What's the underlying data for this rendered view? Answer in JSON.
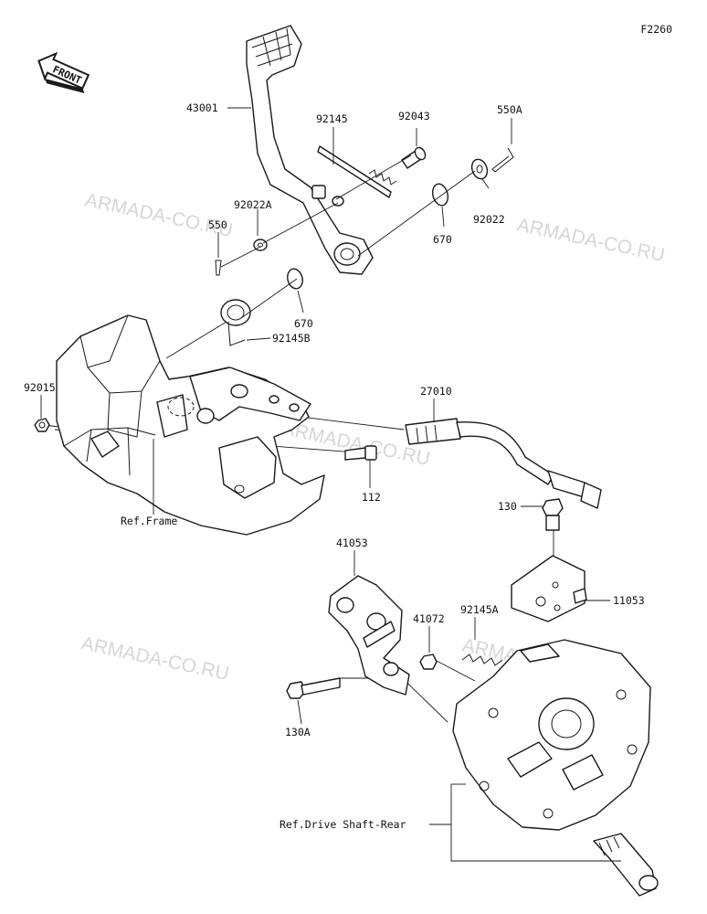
{
  "diagram_code": "F2260",
  "front_label": "FRONT",
  "watermark": "ARMADA-CO.RU",
  "labels": {
    "p43001": "43001",
    "p92145": "92145",
    "p92043": "92043",
    "p550A": "550A",
    "p92022A": "92022A",
    "p550": "550",
    "p92022": "92022",
    "p670a": "670",
    "p670b": "670",
    "p92145B": "92145B",
    "p92015": "92015",
    "p27010": "27010",
    "p112": "112",
    "ref_frame": "Ref.Frame",
    "p130": "130",
    "p41053": "41053",
    "p11053": "11053",
    "p41072": "41072",
    "p92145A": "92145A",
    "p130A": "130A",
    "ref_drive": "Ref.Drive Shaft-Rear"
  },
  "colors": {
    "ink": "#1a1a1a",
    "watermark": "#c9c9c9",
    "background": "#ffffff"
  }
}
